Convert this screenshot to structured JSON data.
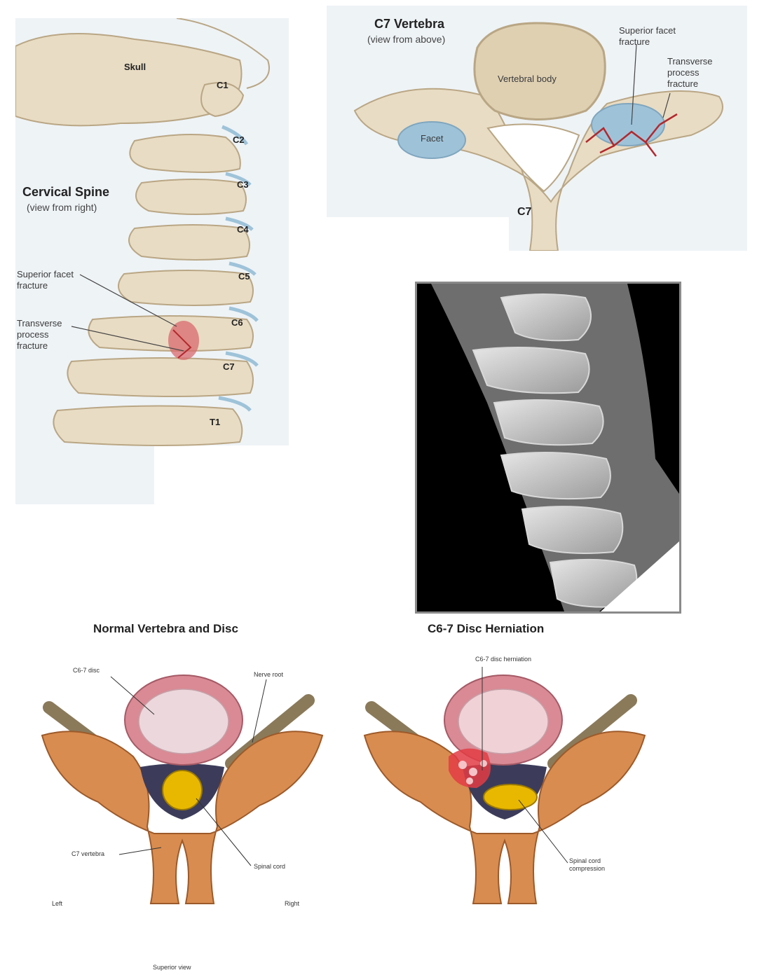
{
  "spine_panel": {
    "title": "Cervical Spine",
    "subtitle": "(view from right)",
    "skull_label": "Skull",
    "levels": [
      "C1",
      "C2",
      "C3",
      "C4",
      "C5",
      "C6",
      "C7",
      "T1"
    ],
    "facet_fracture_label": "Superior facet\nfracture",
    "transverse_fracture_label": "Transverse\nprocess\nfracture"
  },
  "c7_panel": {
    "title": "C7 Vertebra",
    "subtitle": "(view from above)",
    "body_label": "Vertebral body",
    "facet_label": "Facet",
    "level_label": "C7",
    "facet_fracture_label": "Superior facet\nfracture",
    "transverse_fracture_label": "Transverse\nprocess\nfracture"
  },
  "normal_panel": {
    "title": "Normal Vertebra and Disc",
    "disc_label": "C6-7 disc",
    "nerve_label": "Nerve root",
    "vertebra_label": "C7 vertebra",
    "cord_label": "Spinal cord",
    "left_label": "Left",
    "right_label": "Right",
    "view_label": "Superior view"
  },
  "herniation_panel": {
    "title": "C6-7 Disc Herniation",
    "herniation_label": "C6-7 disc herniation",
    "compression_label": "Spinal cord\ncompression"
  },
  "colors": {
    "bone": "#e8dcc4",
    "bone_shadow": "#b9a684",
    "cartilage": "#9ec3d9",
    "fracture": "#b3282d",
    "disc_ring": "#d98a94",
    "disc_core": "#ecd8dc",
    "cord": "#e8b800",
    "vertebra_orange": "#d98c4f",
    "xray_bg": "#000000"
  }
}
